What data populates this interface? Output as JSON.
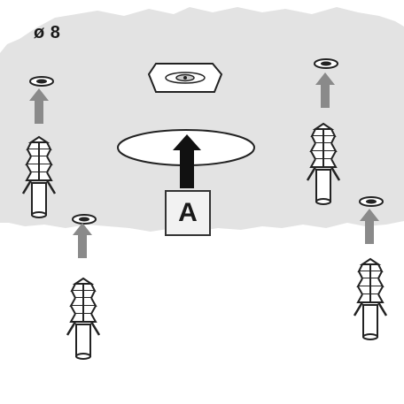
{
  "labels": {
    "diameter": "ø 8",
    "part": "A"
  },
  "icons": {
    "ceiling": "ceiling-surface-shape",
    "mount": "ceiling-mount-plate-icon",
    "disc": "mounting-disc-icon",
    "arrow": "up-arrow-icon",
    "anchor": "wall-anchor-plug-icon",
    "hole": "drill-hole-icon"
  },
  "colors": {
    "ceiling": "#e3e3e3",
    "arrow_gray": "#8a8a8a",
    "arrow_black": "#111111",
    "outline": "#222222",
    "label_box": "#f2f2f2"
  }
}
